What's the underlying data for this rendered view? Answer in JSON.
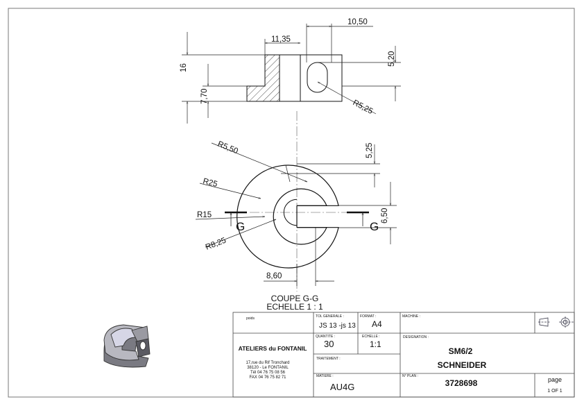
{
  "dimensions": {
    "d_10_50": "10,50",
    "d_11_35": "11,35",
    "d_16": "16",
    "d_5_20": "5,20",
    "d_7_70": "7,70",
    "d_r5_25": "R5,25",
    "d_r5_50": "R5,50",
    "d_5_25": "5,25",
    "d_r25": "R25",
    "d_r15": "R15",
    "d_6_50": "6,50",
    "d_r8_25": "R8,25",
    "d_8_60": "8,60"
  },
  "section": {
    "marker": "G",
    "title": "COUPE G-G",
    "scale": "ECHELLE 1 : 1"
  },
  "title_block": {
    "poids_label": "poids",
    "tol_label": "TOL GENERALE :",
    "tol_value": "JS 13  -js 13",
    "format_label": "FORMAT :",
    "format_value": "A4",
    "machine_label": "MACHINE :",
    "company": "ATELIERS du FONTANIL",
    "address_1": "17,rue du Rif Tronchard",
    "address_2": "38120 - Le FONTANIL",
    "tel": "Tél 04 76 75 08 56",
    "fax": "FAX 04 76 75 82 71",
    "quantite_label": "QUANTITE :",
    "quantite_value": "30",
    "echelle_label": "ECHELLE :",
    "echelle_value": "1:1",
    "designation_label": "DESIGNATION :",
    "designation_1": "SM6/2",
    "designation_2": "SCHNEIDER",
    "traitement_label": "TRAITEMENT :",
    "matiere_label": "MATIERE :",
    "matiere_value": "AU4G",
    "plan_label": "N° PLAN :",
    "plan_value": "3728698",
    "page_label": "page",
    "page_value": "1 OF 1"
  }
}
